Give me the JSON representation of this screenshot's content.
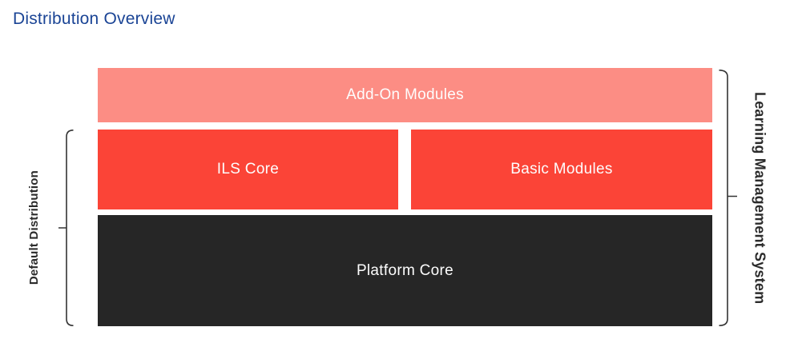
{
  "title": "Distribution Overview",
  "diagram": {
    "blocks": {
      "addon": {
        "label": "Add-On Modules"
      },
      "ils_core": {
        "label": "ILS Core"
      },
      "basic_modules": {
        "label": "Basic Modules"
      },
      "platform_core": {
        "label": "Platform Core"
      }
    },
    "groups": {
      "left": {
        "label": "Default Distribution"
      },
      "right": {
        "label": "Learning Management System"
      }
    }
  },
  "colors": {
    "background": "#ffffff",
    "title_text": "#1a4495",
    "addon_fill": "#fc8d84",
    "module_fill": "#fb4437",
    "core_fill": "#262626",
    "block_text": "#fdfdfd",
    "group_label_text": "#2b2b2b",
    "bracket": "#333333"
  }
}
